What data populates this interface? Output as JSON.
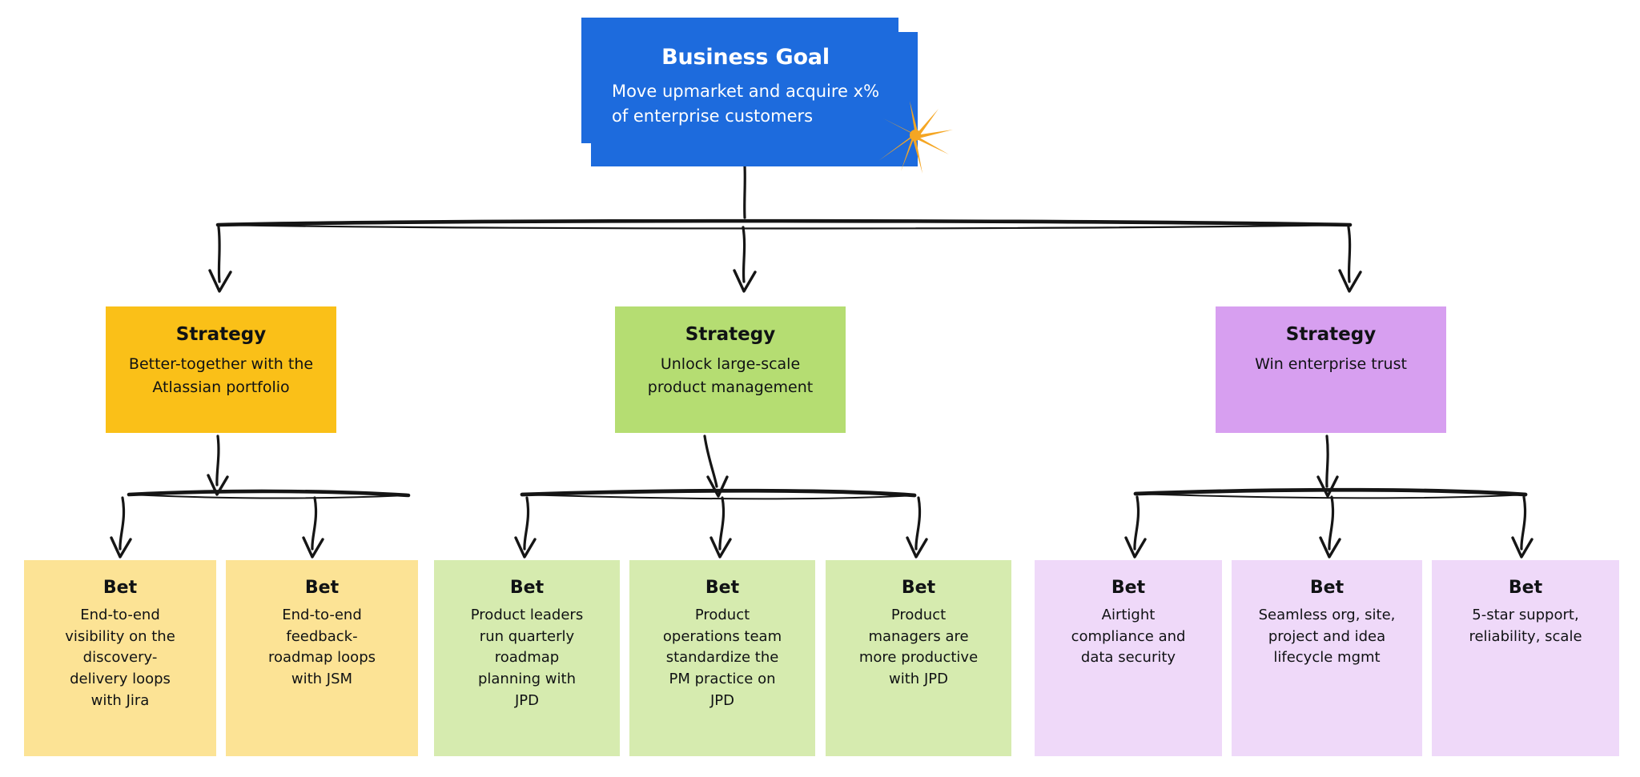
{
  "diagram": {
    "title": "Business goal, strategy and bets tree",
    "colors": {
      "goal_bg": "#1D6BDD",
      "goal_text": "#FFFFFF",
      "sparkle": "#F5A623",
      "strategy_yellow": "#FAC018",
      "strategy_green": "#B5DD72",
      "strategy_purple": "#D79FF0",
      "bet_yellow": "#FCE395",
      "bet_green": "#D6EBAF",
      "bet_purple": "#EFD9F9",
      "connector": "#151515",
      "text_dark": "#101214",
      "canvas": "#FFFFFF"
    }
  },
  "goal": {
    "title": "Business Goal",
    "description_line1": "Move upmarket and acquire x%",
    "description_line2": "of enterprise customers",
    "sparkle_icon": "sparkle-star-icon"
  },
  "strategies": [
    {
      "title": "Strategy",
      "description_line1": "Better-together with the",
      "description_line2": "Atlassian portfolio",
      "color": "#FAC018"
    },
    {
      "title": "Strategy",
      "description_line1": "Unlock large-scale",
      "description_line2": "product management",
      "color": "#B5DD72"
    },
    {
      "title": "Strategy",
      "description_line1": "Win enterprise trust",
      "description_line2": "",
      "color": "#D79FF0"
    }
  ],
  "bets": [
    {
      "title": "Bet",
      "lines": [
        "End-to-end",
        "visibility on the",
        "discovery-",
        "delivery loops",
        "with Jira"
      ],
      "color": "#FCE395",
      "group": "strategy-1"
    },
    {
      "title": "Bet",
      "lines": [
        "End-to-end",
        "feedback-",
        "roadmap loops",
        "with JSM"
      ],
      "color": "#FCE395",
      "group": "strategy-1"
    },
    {
      "title": "Bet",
      "lines": [
        "Product leaders",
        "run quarterly",
        "roadmap",
        "planning with",
        "JPD"
      ],
      "color": "#D6EBAF",
      "group": "strategy-2"
    },
    {
      "title": "Bet",
      "lines": [
        "Product",
        "operations team",
        "standardize the",
        "PM practice on",
        "JPD"
      ],
      "color": "#D6EBAF",
      "group": "strategy-2"
    },
    {
      "title": "Bet",
      "lines": [
        "Product",
        "managers are",
        "more productive",
        "with JPD"
      ],
      "color": "#D6EBAF",
      "group": "strategy-2"
    },
    {
      "title": "Bet",
      "lines": [
        "Airtight",
        "compliance and",
        "data security"
      ],
      "color": "#EFD9F9",
      "group": "strategy-3"
    },
    {
      "title": "Bet",
      "lines": [
        "Seamless org, site,",
        "project and idea",
        "lifecycle mgmt"
      ],
      "color": "#EFD9F9",
      "group": "strategy-3"
    },
    {
      "title": "Bet",
      "lines": [
        "5-star support,",
        "reliability, scale"
      ],
      "color": "#EFD9F9",
      "group": "strategy-3"
    }
  ]
}
